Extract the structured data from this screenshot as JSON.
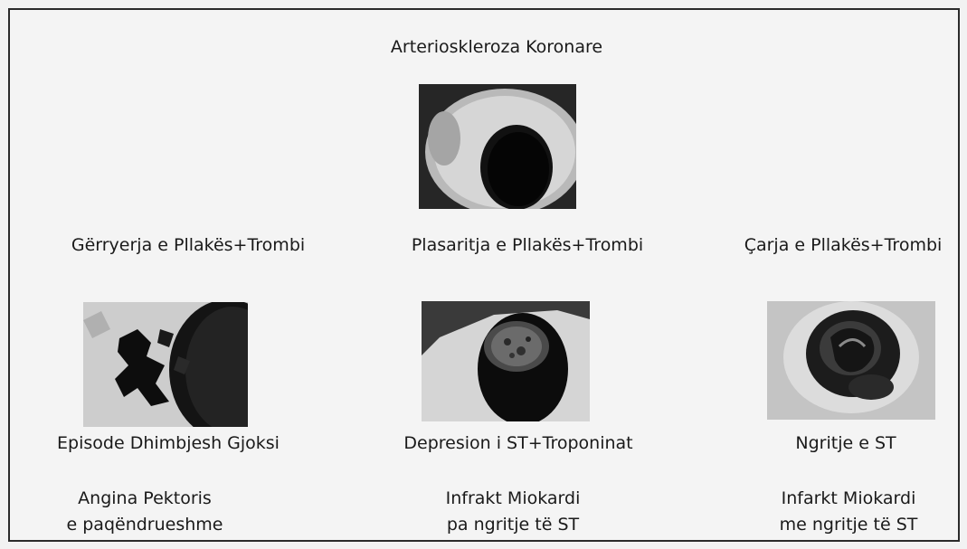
{
  "title": "Arterioskleroza Koronare",
  "mechanisms": [
    "Gërryerja e Pllakës+Trombi",
    "Plasaritja e Pllakës+Trombi",
    "Çarja e Pllakës+Trombi"
  ],
  "presentations": [
    "Episode Dhimbjesh Gjoksi",
    "Depresion i ST+Troponinat",
    "Ngritje e ST"
  ],
  "diagnoses": [
    {
      "line1": "Angina Pektoris",
      "line2": "e paqëndrueshme"
    },
    {
      "line1": "Infrakt Miokardi",
      "line2": "pa ngritje të ST"
    },
    {
      "line1": "Infarkt Miokardi",
      "line2": "me ngritje të ST"
    }
  ],
  "images": [
    {
      "name": "artery-cross-section-icon"
    },
    {
      "name": "plaque-erosion-thrombus-icon"
    },
    {
      "name": "plaque-fissure-thrombus-icon"
    },
    {
      "name": "plaque-rupture-thrombus-icon"
    }
  ]
}
